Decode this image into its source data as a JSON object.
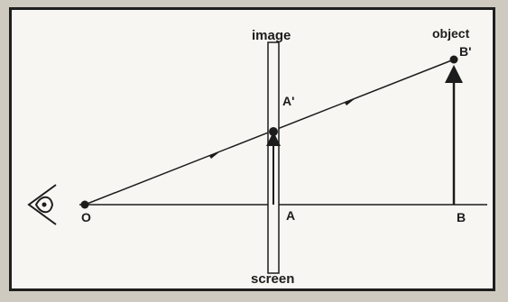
{
  "diagram": {
    "labels": {
      "image": "image",
      "object": "object",
      "screen": "screen",
      "point_O": "O",
      "point_A": "A",
      "point_A_prime": "A'",
      "point_B": "B",
      "point_B_prime": "B'"
    },
    "colors": {
      "background": "#cfcac0",
      "panel": "#f7f6f2",
      "ink": "#1c1c1c"
    },
    "icons": [
      "eye-icon"
    ]
  }
}
